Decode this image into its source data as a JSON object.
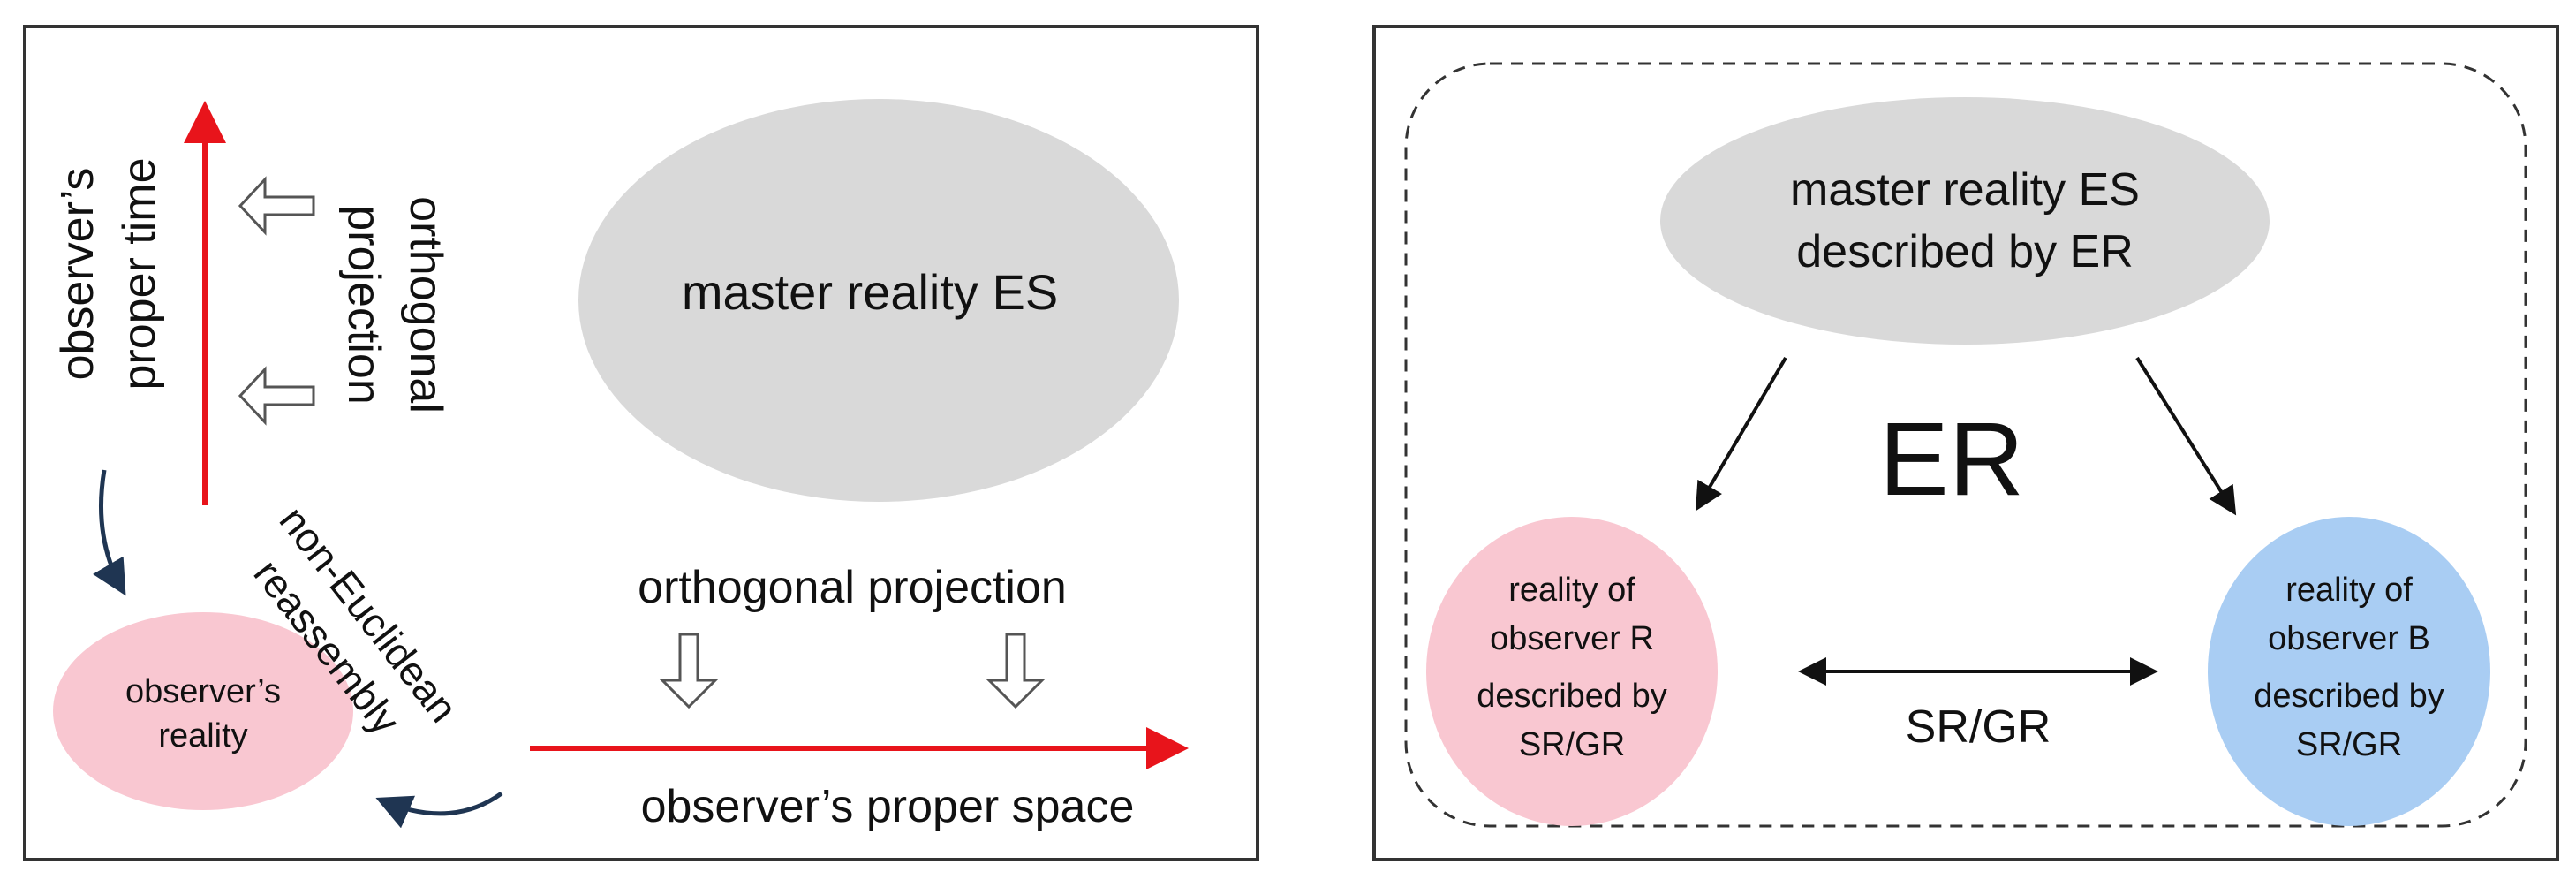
{
  "colors": {
    "panel_border": "#333333",
    "ellipse_gray": "#d9d9d9",
    "ellipse_pink": "#f9c7d1",
    "ellipse_blue": "#a9cdf3",
    "axis_red": "#e8141b",
    "curved_arrow": "#1f3552",
    "hollow_arrow_stroke": "#555555",
    "black": "#111111"
  },
  "left_panel": {
    "master_label": "master reality ES",
    "time_axis_label_line1": "observer’s",
    "time_axis_label_line2": "proper time",
    "ortho_vertical_line1": "orthogonal",
    "ortho_vertical_line2": "projection",
    "ortho_horizontal": "orthogonal projection",
    "space_axis_label": "observer’s proper space",
    "reassembly_line1": "non-Euclidean",
    "reassembly_line2": "reassembly",
    "observer_reality_line1": "observer’s",
    "observer_reality_line2": "reality",
    "icons": [
      "hollow-arrow-left-icon",
      "hollow-arrow-down-icon",
      "curved-arrow-icon"
    ]
  },
  "right_panel": {
    "master_line1": "master reality ES",
    "master_line2": "described by ER",
    "er_label": "ER",
    "observer_r": [
      "reality of",
      "observer R",
      "described by",
      "SR/GR"
    ],
    "observer_b": [
      "reality of",
      "observer B",
      "described by",
      "SR/GR"
    ],
    "relation_label": "SR/GR"
  }
}
